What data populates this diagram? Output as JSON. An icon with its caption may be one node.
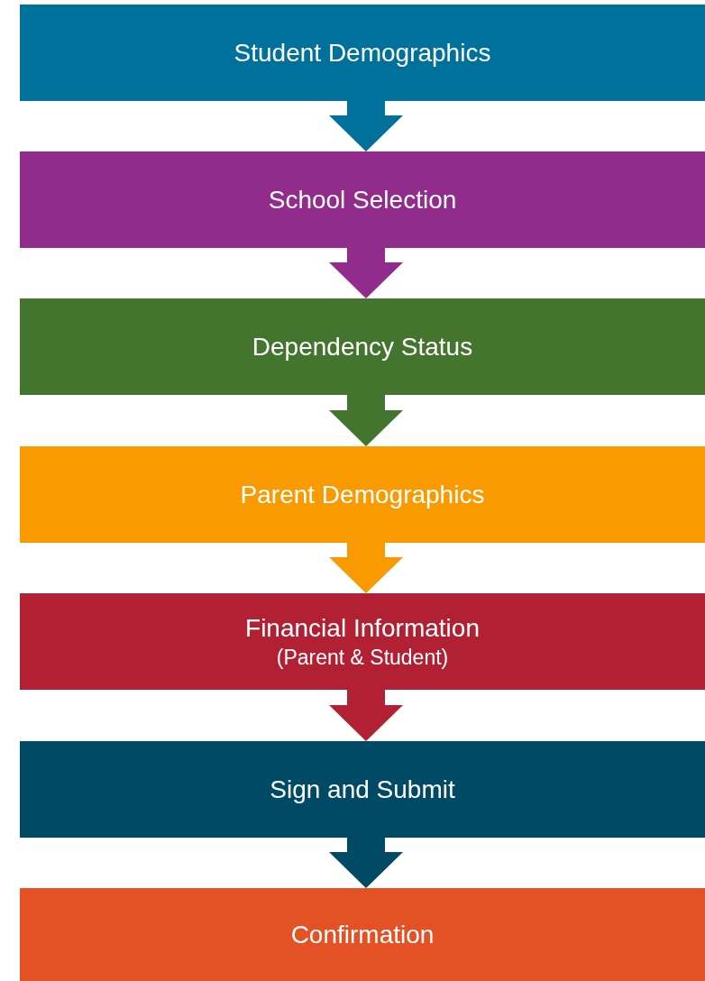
{
  "diagram": {
    "nodes": [
      {
        "text": [
          "Student Demographics"
        ]
      },
      {
        "text": [
          "School Selection"
        ]
      },
      {
        "text": [
          "Dependency Status"
        ]
      },
      {
        "text": [
          "Parent Demographics"
        ]
      },
      {
        "text": [
          "Financial Information",
          "(Parent & Student)"
        ]
      },
      {
        "text": [
          "Sign and Submit"
        ]
      },
      {
        "text": [
          "Confirmation"
        ]
      }
    ],
    "edges": [
      {
        "from": 0,
        "to": 1,
        "arrow": "to",
        "style": "thick",
        "color": "#00719a"
      },
      {
        "from": 1,
        "to": 2,
        "arrow": "to",
        "style": "thick",
        "color": "#912b8c"
      },
      {
        "from": 2,
        "to": 3,
        "arrow": "to",
        "style": "thick",
        "color": "#44752f"
      },
      {
        "from": 3,
        "to": 4,
        "arrow": "to",
        "style": "thick",
        "color": "#f99b00"
      },
      {
        "from": 4,
        "to": 5,
        "arrow": "to",
        "style": "thick",
        "color": "#b22133"
      },
      {
        "from": 5,
        "to": 6,
        "arrow": "to",
        "style": "thick",
        "color": "#014a66"
      }
    ]
  }
}
